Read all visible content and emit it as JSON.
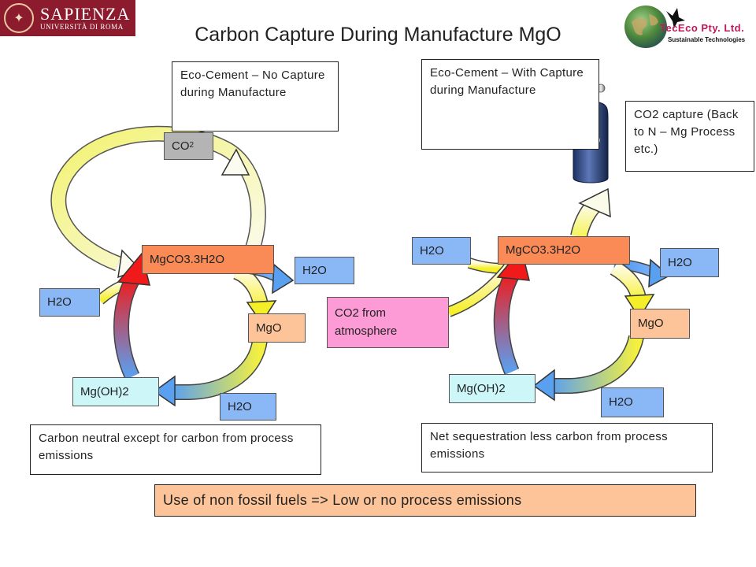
{
  "title": "Carbon Capture During Manufacture MgO",
  "logos": {
    "university_name": "SAPIENZA",
    "university_sub": "UNIVERSITÀ DI ROMA",
    "company_name": "TecEco Pty. Ltd.",
    "company_sub": "Sustainable Technologies"
  },
  "left_cycle": {
    "caption": "Eco-Cement – No Capture during Manufacture",
    "co2": "CO",
    "co2_sub": "2",
    "carbonate": "MgCO3.3H2O",
    "water_in": "H2O",
    "water_out_top": "H2O",
    "oxide": "MgO",
    "water_bottom": "H2O",
    "hydroxide": "Mg(OH)2",
    "note": "Carbon neutral except for carbon from process emissions"
  },
  "right_cycle": {
    "caption": "Eco-Cement – With Capture during Manufacture",
    "capture_note": "CO2 capture (Back to N – Mg Process etc.)",
    "water_in": "H2O",
    "carbonate": "MgCO3.3H2O",
    "water_out_top": "H2O",
    "co2_source": "CO2 from atmosphere",
    "oxide": "MgO",
    "hydroxide": "Mg(OH)2",
    "water_bottom": "H2O",
    "note": "Net sequestration less carbon from process emissions"
  },
  "banner": "Use of non fossil fuels => Low or no process emissions",
  "colors": {
    "water": "#8ab8f7",
    "carbonate": "#fa8b57",
    "oxide": "#fcc498",
    "hydroxide": "#cdf6f8",
    "co2_source": "#fc9bd6",
    "co2": "#b4b4b4"
  }
}
